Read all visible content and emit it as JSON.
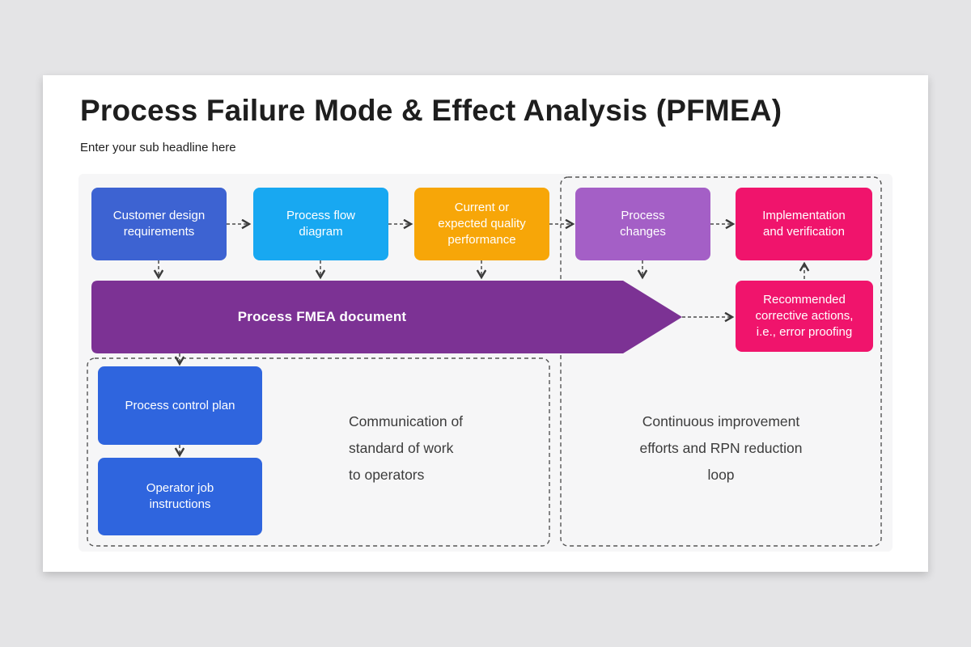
{
  "colors": {
    "page_background": "#E4E4E6",
    "slide_background": "#FFFFFF",
    "panel_background": "#F6F6F7",
    "blue_top": "#3D63D2",
    "blue_bottom": "#2F65DE",
    "cyan": "#18A8F1",
    "orange": "#F7A608",
    "orchid": "#A45FC6",
    "pink": "#F0146C",
    "fmea_purple": "#7C3294",
    "connector_gray": "#4A4A4A",
    "note_text": "#3C3C3C"
  },
  "slide": {
    "title": "Process Failure Mode & Effect Analysis (PFMEA)",
    "subtitle": "Enter your sub headline here"
  },
  "diagram": {
    "top_row": [
      {
        "label": "Customer design requirements",
        "color": "#3D63D2"
      },
      {
        "label": "Process flow diagram",
        "color": "#18A8F1"
      },
      {
        "label": "Current or expected quality performance",
        "color": "#F7A608"
      },
      {
        "label": "Process changes",
        "color": "#A45FC6"
      },
      {
        "label": "Implementation and verification",
        "color": "#F0146C"
      }
    ],
    "fmea_arrow": {
      "label": "Process FMEA document",
      "color": "#7C3294"
    },
    "corrective_box": {
      "label": "Recommended corrective actions, i.e., error proofing",
      "color": "#F0146C"
    },
    "left_group": {
      "boxes": [
        {
          "label": "Process control plan",
          "color": "#2F65DE"
        },
        {
          "label": "Operator job instructions",
          "color": "#2F65DE"
        }
      ],
      "note": {
        "line1": "Communication of",
        "line2": "standard of work",
        "line3": "to operators"
      }
    },
    "right_group": {
      "note": {
        "line1": "Continuous improvement",
        "line2": "efforts and RPN reduction",
        "line3": "loop"
      }
    }
  }
}
